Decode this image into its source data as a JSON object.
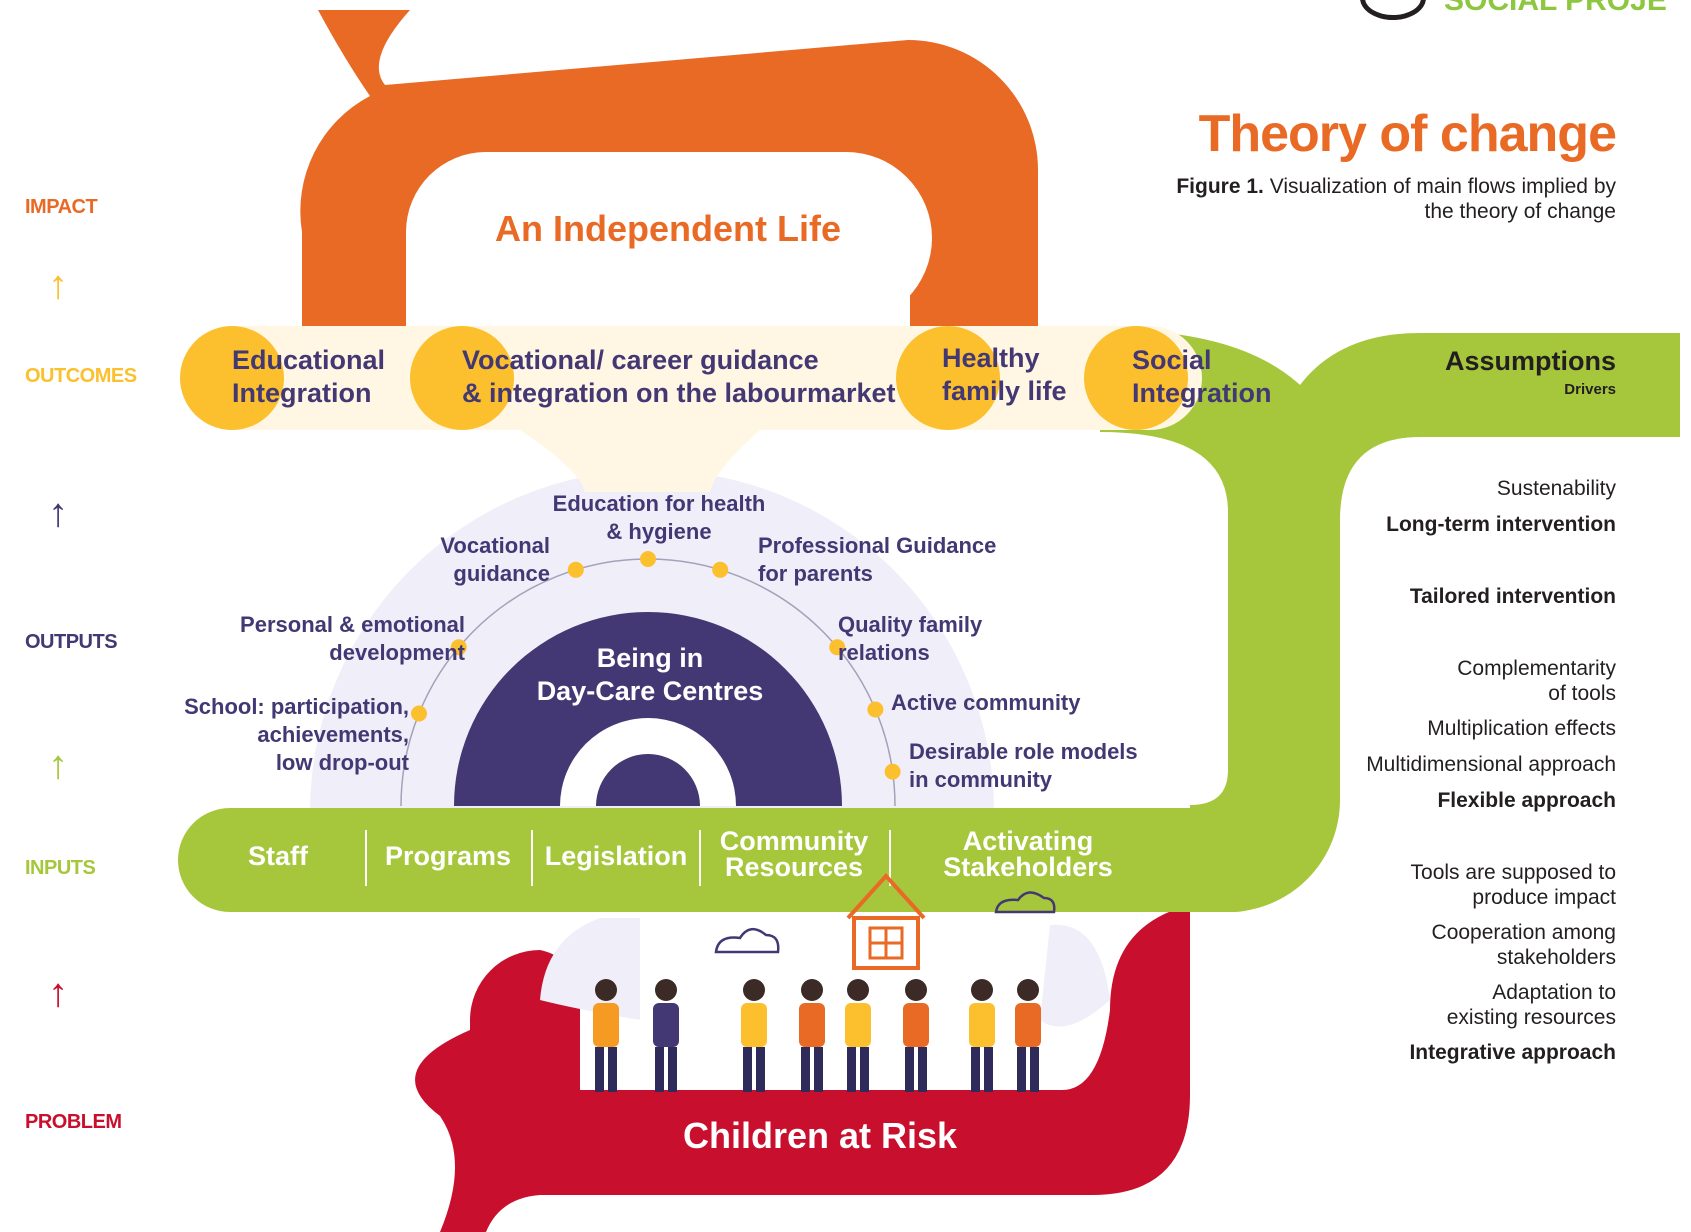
{
  "header": {
    "corner_title": "SOCIAL PROJE",
    "title": "Theory of change",
    "caption_label": "Figure 1.",
    "caption_text": "Visualization of main flows implied by the theory of change"
  },
  "levels": {
    "impact": "IMPACT",
    "outcomes": "OUTCOMES",
    "outputs": "OUTPUTS",
    "inputs": "INPUTS",
    "problem": "PROBLEM"
  },
  "arrow_glyph": "↑",
  "impact_label": "An Independent Life",
  "problem_label": "Children at Risk",
  "outcomes": [
    {
      "lines": [
        "Educational",
        "Integration"
      ],
      "color": "#433873"
    },
    {
      "lines": [
        "Vocational/ career guidance",
        "& integration on the labourmarket"
      ],
      "color": "#433873"
    },
    {
      "lines": [
        "Healthy",
        "family life"
      ],
      "color": "#433873"
    },
    {
      "lines": [
        "Social",
        "Integration"
      ],
      "color": "#433873"
    }
  ],
  "center_label": [
    "Being in",
    "Day-Care Centres"
  ],
  "outputs": [
    {
      "lines": [
        "School: participation,",
        "achievements,",
        "low drop-out"
      ]
    },
    {
      "lines": [
        "Personal & emotional",
        "development"
      ]
    },
    {
      "lines": [
        "Vocational",
        "guidance"
      ]
    },
    {
      "lines": [
        "Education for health",
        "& hygiene"
      ]
    },
    {
      "lines": [
        "Professional Guidance",
        "for parents"
      ]
    },
    {
      "lines": [
        "Quality family",
        "relations"
      ]
    },
    {
      "lines": [
        "Active community"
      ]
    },
    {
      "lines": [
        "Desirable role models",
        "in community"
      ]
    }
  ],
  "inputs": [
    {
      "lines": [
        "Staff"
      ]
    },
    {
      "lines": [
        "Programs"
      ]
    },
    {
      "lines": [
        "Legislation"
      ]
    },
    {
      "lines": [
        "Community",
        "Resources"
      ]
    },
    {
      "lines": [
        "Activating",
        "Stakeholders"
      ]
    }
  ],
  "assumptions": {
    "title": "Assumptions",
    "subtitle": "Drivers",
    "items": [
      {
        "text": "Sustenability",
        "bold": false
      },
      {
        "text": "Long-term intervention",
        "bold": true
      },
      {
        "text": "Tailored intervention",
        "bold": true
      },
      {
        "text": "Complementarity\nof tools",
        "bold": false
      },
      {
        "text": "Multiplication effects",
        "bold": false
      },
      {
        "text": "Multidimensional approach",
        "bold": false
      },
      {
        "text": "Flexible approach",
        "bold": true
      },
      {
        "text": "Tools are supposed to\nproduce impact",
        "bold": false
      },
      {
        "text": "Cooperation among\nstakeholders",
        "bold": false
      },
      {
        "text": "Adaptation to\nexisting resources",
        "bold": false
      },
      {
        "text": "Integrative approach",
        "bold": true
      }
    ]
  },
  "colors": {
    "impact": "#e96a25",
    "outcomes_label": "#fbc02d",
    "outputs": "#433873",
    "inputs": "#a6c73c",
    "problem": "#c8102e",
    "outcome_band": "#fff6e3",
    "outcome_dot": "#fcc02e",
    "output_halo": "#f0eef9",
    "text_dark": "#231f20"
  }
}
